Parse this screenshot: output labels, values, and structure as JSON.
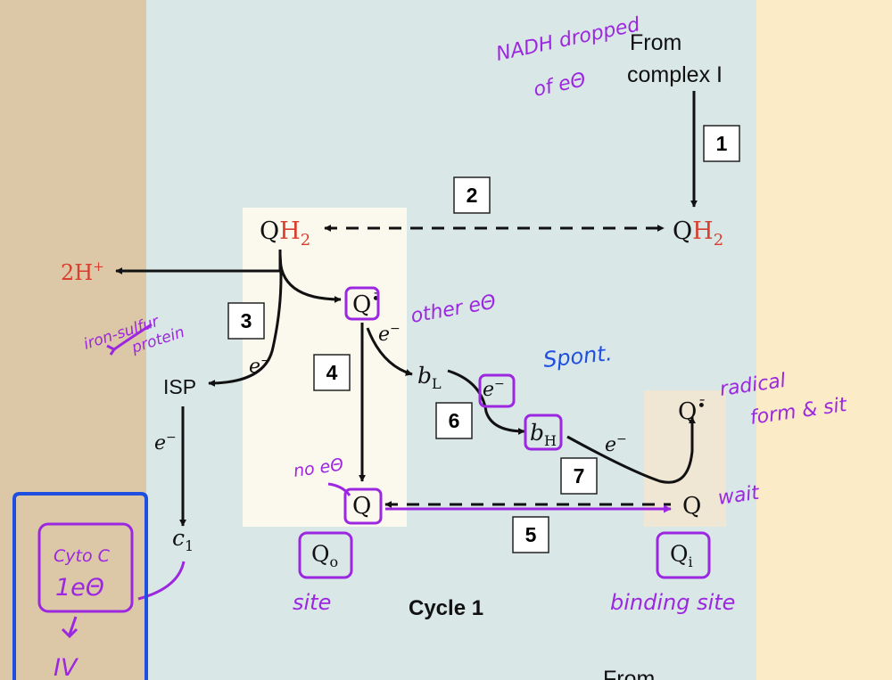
{
  "diagram": {
    "from_top": {
      "line1": "From",
      "line2": "complex I"
    },
    "from_bottom": "From",
    "steps": {
      "s1": "1",
      "s2": "2",
      "s3": "3",
      "s4": "4",
      "s5": "5",
      "s6": "6",
      "s7": "7"
    },
    "qh2_left": {
      "base": "Q",
      "suffix": "H",
      "sub": "2"
    },
    "qh2_right": {
      "base": "Q",
      "suffix": "H",
      "sub": "2"
    },
    "protons": {
      "text": "2H",
      "sup": "+"
    },
    "semiquinone_o": {
      "base": "Q",
      "mark": "•̄"
    },
    "semiquinone_i": {
      "base": "Q",
      "mark": "•̄"
    },
    "electron": {
      "base": "e",
      "sup": "−"
    },
    "isp": "ISP",
    "c1": {
      "base": "c",
      "sub": "1"
    },
    "bl": {
      "base": "b",
      "sub": "L"
    },
    "bh": {
      "base": "b",
      "sub": "H"
    },
    "q": "Q",
    "qo_label": {
      "base": "Q",
      "sub": "o"
    },
    "qi_label": {
      "base": "Q",
      "sub": "i"
    },
    "cycle_label": "Cycle 1",
    "colors": {
      "membrane_left": "#dcc8a6",
      "matrix_bg": "#d9e7e6",
      "membrane_right": "#fcebc7",
      "qo_site_bg": "#fbf8ee",
      "qi_site_bg": "#efe6d3",
      "red_text": "#d83f2e",
      "annotation_purple": "#9c27e0",
      "annotation_blue": "#1e4fe0"
    }
  },
  "annotations": {
    "nadh": {
      "line1": "NADH dropped",
      "line2": "of eΘ"
    },
    "iron_sulfur": {
      "line1": "iron-sulfur",
      "line2": "protein"
    },
    "other_e": "other eΘ",
    "spont": "Spont.",
    "radical": {
      "line1": "radical",
      "line2": "form & sit"
    },
    "no_e": "no eΘ",
    "wait": "wait",
    "site": "site",
    "binding_site": "binding site",
    "cyto": {
      "line1": "Cyto C",
      "line2": "1eΘ"
    },
    "roman_four": "IV"
  }
}
